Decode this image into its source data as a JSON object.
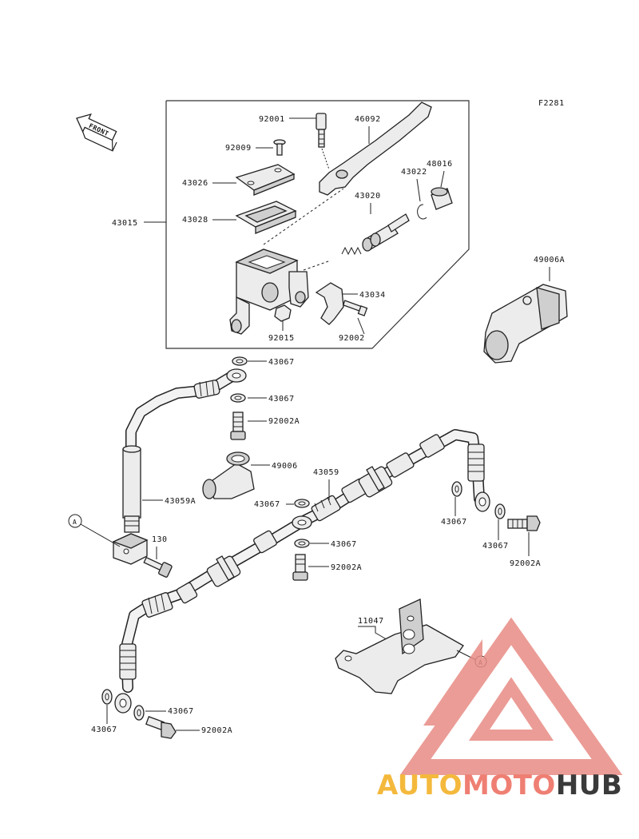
{
  "figure_code": "F2281",
  "front_label": "FRONT",
  "callout_letter": "A",
  "watermark": {
    "part1": "AUTO",
    "part2": "MOTO",
    "part3": "HUB",
    "color1": "#f4b93c",
    "color2": "#ef7f73",
    "color3": "#3a3a3a",
    "logo_color": "#e88b84"
  },
  "labels": {
    "p92001": "92001",
    "p46092": "46092",
    "p92009": "92009",
    "p43026": "43026",
    "p43028": "43028",
    "p43015": "43015",
    "p43022": "43022",
    "p48016": "48016",
    "p43020": "43020",
    "p43034": "43034",
    "p92015": "92015",
    "p92002": "92002",
    "p49006A": "49006A",
    "p43067a": "43067",
    "p43067b": "43067",
    "p92002Aa": "92002A",
    "p49006": "49006",
    "p43059": "43059",
    "p43059A": "43059A",
    "p43067c": "43067",
    "p43067d": "43067",
    "p43067e": "43067",
    "p43067f": "43067",
    "p92002Ab": "92002A",
    "p130": "130",
    "p92002Ac": "92002A",
    "p11047": "11047",
    "p43067g": "43067",
    "p43067h": "43067",
    "p92002Ad": "92002A"
  }
}
